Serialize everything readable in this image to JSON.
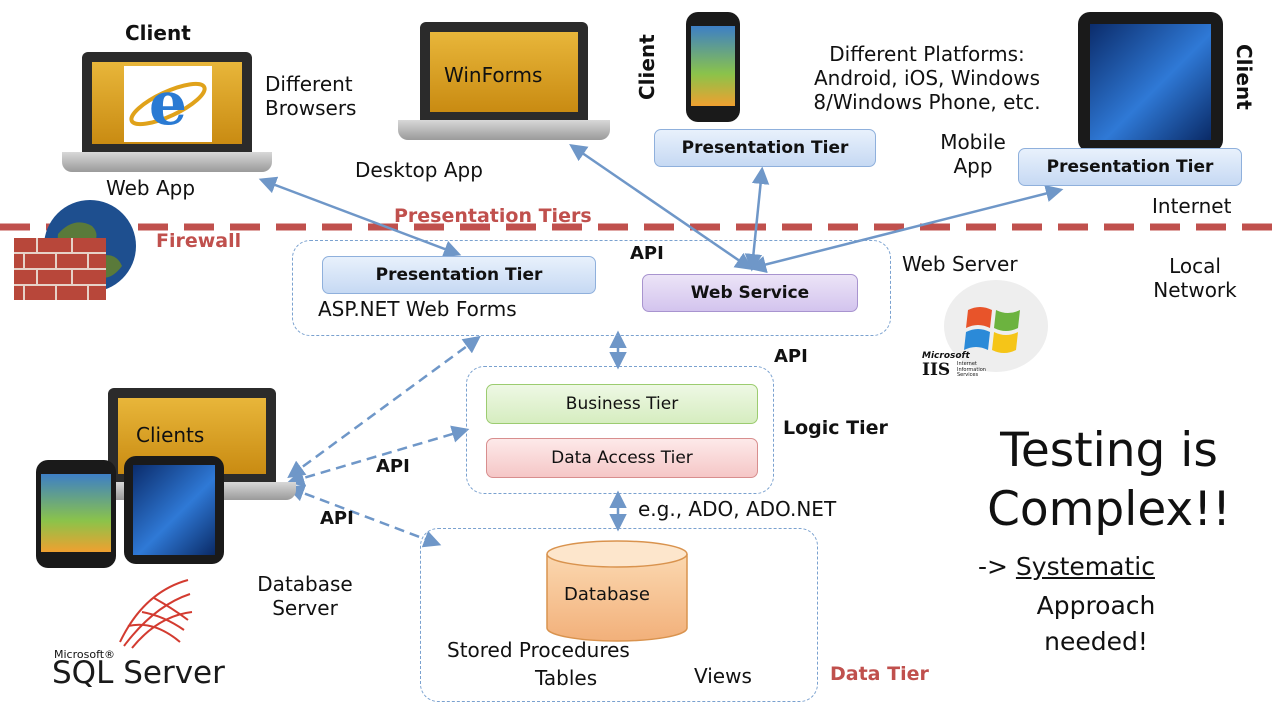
{
  "labels": {
    "client_top_left": "Client",
    "different_browsers_1": "Different",
    "different_browsers_2": "Browsers",
    "web_app": "Web App",
    "winforms": "WinForms",
    "desktop_app": "Desktop App",
    "client_phone": "Client",
    "different_platforms_1": "Different Platforms:",
    "different_platforms_2": "Android, iOS, Windows",
    "different_platforms_3": "8/Windows Phone, etc.",
    "mobile_app_1": "Mobile",
    "mobile_app_2": "App",
    "client_tablet": "Client",
    "internet": "Internet",
    "presentation_tiers": "Presentation Tiers",
    "firewall": "Firewall",
    "api_top": "API",
    "web_server": "Web Server",
    "local_network_1": "Local",
    "local_network_2": "Network",
    "asp_net": "ASP.NET Web Forms",
    "api_middle": "API",
    "logic_tier": "Logic Tier",
    "clients": "Clients",
    "api_left_1": "API",
    "api_left_2": "API",
    "ado": "e.g., ADO, ADO.NET",
    "database_server_1": "Database",
    "database_server_2": "Server",
    "database": "Database",
    "stored_procedures": "Stored Procedures",
    "tables": "Tables",
    "views": "Views",
    "data_tier": "Data Tier",
    "testing_1": "Testing is",
    "testing_2": "Complex!!",
    "systematic_arrow": "->",
    "systematic": "Systematic",
    "approach": "Approach",
    "needed": "needed!",
    "sql_microsoft": "Microsoft®",
    "sql_server": "SQL Server",
    "iis_microsoft": "Microsoft",
    "iis": "IIS",
    "iis_sub": "Internet Information Services"
  },
  "tiers": {
    "presentation_phone": "Presentation Tier",
    "presentation_tablet": "Presentation Tier",
    "presentation_server": "Presentation Tier",
    "web_service": "Web Service",
    "business": "Business Tier",
    "data_access": "Data Access Tier"
  },
  "colors": {
    "firewall_line": "#c0504d",
    "arrow": "#6f97c8",
    "dashed_zone": "#7aa1cf"
  },
  "icons": [
    "laptop-icon",
    "ie-browser-icon",
    "smartphone-icon",
    "tablet-icon",
    "globe-icon",
    "brick-wall-icon",
    "windows-logo-icon",
    "database-cylinder-icon",
    "sql-server-logo-icon"
  ]
}
